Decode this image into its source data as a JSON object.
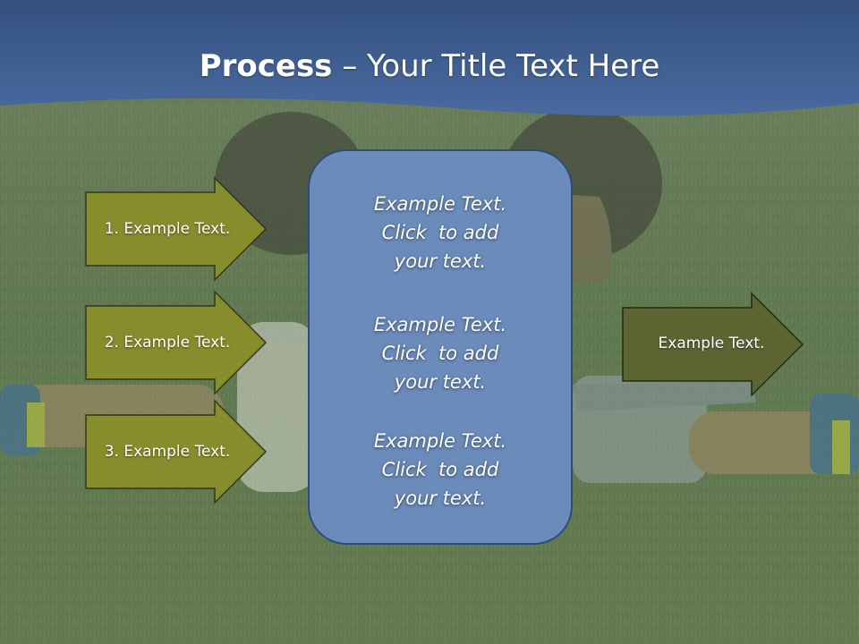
{
  "title": {
    "bold": "Process",
    "rest": " – Your Title Text Here"
  },
  "inputs": [
    {
      "label": "1. Example Text."
    },
    {
      "label": "2. Example Text."
    },
    {
      "label": "3. Example Text."
    }
  ],
  "center_blocks": [
    {
      "lines": [
        "Example Text.",
        "Click  to add",
        "your text."
      ]
    },
    {
      "lines": [
        "Example Text.",
        "Click  to add",
        "your text."
      ]
    },
    {
      "lines": [
        "Example Text.",
        "Click  to add",
        "your text."
      ]
    }
  ],
  "output": {
    "label": "Example Text."
  },
  "colors": {
    "header": "#3f5f95",
    "grass": "#647a55",
    "input_arrow": "#878c2d",
    "output_arrow": "#5c6431",
    "center_box": "#6b8bba",
    "center_border": "#2e4c7a"
  }
}
